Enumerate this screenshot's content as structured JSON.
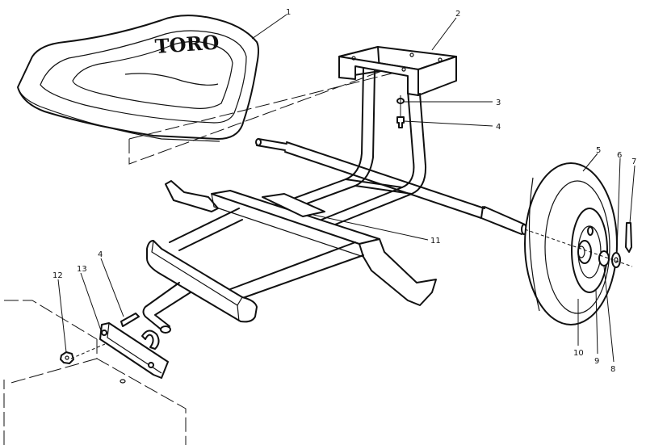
{
  "seat_logo": "TORO",
  "callouts": {
    "c1": "1",
    "c2": "2",
    "c3": "3",
    "c4a": "4",
    "c5": "5",
    "c6": "6",
    "c7": "7",
    "c4b": "4",
    "c12": "12",
    "c13": "13",
    "c11": "11",
    "c10": "10",
    "c9": "9",
    "c8": "8"
  }
}
